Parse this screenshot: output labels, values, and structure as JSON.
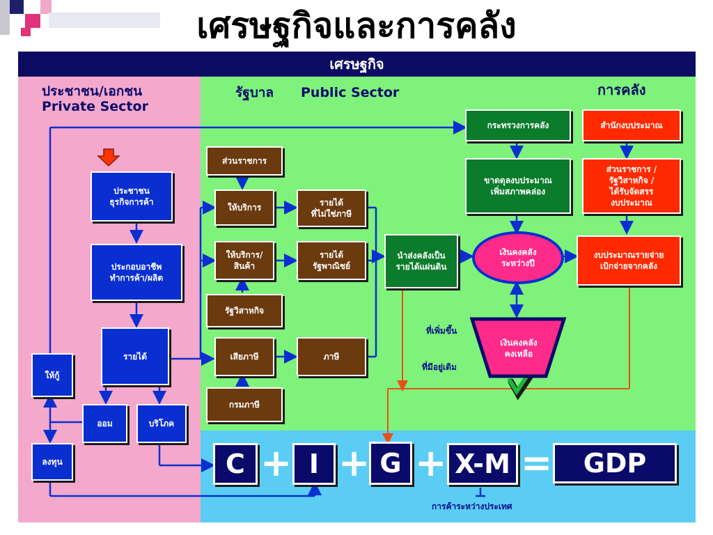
{
  "title": "เศรษฐกิจและการคลัง",
  "header": "เศรษฐกิจ",
  "sections": {
    "private": "ประชาชน/เอกชน\nPrivate Sector",
    "government": "รัฐบาล",
    "public": "Public Sector",
    "fiscal": "การคลัง"
  },
  "private_boxes": {
    "people": "ประชาชน\nธุรกิจการค้า",
    "career": "ประกอบอาชีพ\nทำการค้า/ผลิต",
    "income": "รายได้",
    "lend": "ให้กู้",
    "save": "ออม",
    "consume": "บริโภค",
    "invest": "ลงทุน"
  },
  "public_boxes": {
    "gov_agency": "ส่วนราชการ",
    "service": "ให้บริการ",
    "non_tax": "รายได้\nที่ไม่ใช่ภาษี",
    "service_goods": "ให้บริการ/\nสินค้า",
    "soe_income": "รายได้\nรัฐพาณิชย์",
    "soe": "รัฐวิสาหกิจ",
    "pay_tax": "เสียภาษี",
    "tax": "ภาษี",
    "revenue_dept": "กรมภาษี"
  },
  "fiscal_boxes": {
    "ministry": "กระทรวงการคลัง",
    "budget_bureau": "สำนักงบประมาณ",
    "deficit": "ขาดดุลงบประมาณ\nเพิ่มสภาพคล่อง",
    "allocation": "ส่วนราชการ /\nรัฐวิสาหกิจ /\nได้รับจัดสรร\nงบประมาณ",
    "remit": "นำส่งคลังเป็น\nรายได้แผ่นดิน",
    "treasury_between": "เงินคงคลัง\nระหว่างปี",
    "expenditure": "งบประมาณรายจ่าย\nเบิกจ่ายจากคลัง",
    "treasury_remaining": "เงินคงคลัง\nคงเหลือ"
  },
  "notes": {
    "increase": "ที่เพิ่มขึ้น",
    "existing": "ที่มีอยู่เดิม",
    "trade": "การค้าระหว่างประเทศ"
  },
  "equation": {
    "c": "C",
    "i": "I",
    "g": "G",
    "xm": "X-M",
    "gdp": "GDP",
    "plus": "+",
    "equals": "="
  },
  "colors": {
    "navy": "#0c0c63",
    "pink": "#f4a8cc",
    "green": "#7ef27a",
    "cyan": "#5bcdf5",
    "blue_box": "#0a2fd0",
    "brown_box": "#6b3a0e",
    "green_box": "#0a7c2c",
    "red_box": "#ff2a00",
    "magenta": "#ff2b8a"
  }
}
